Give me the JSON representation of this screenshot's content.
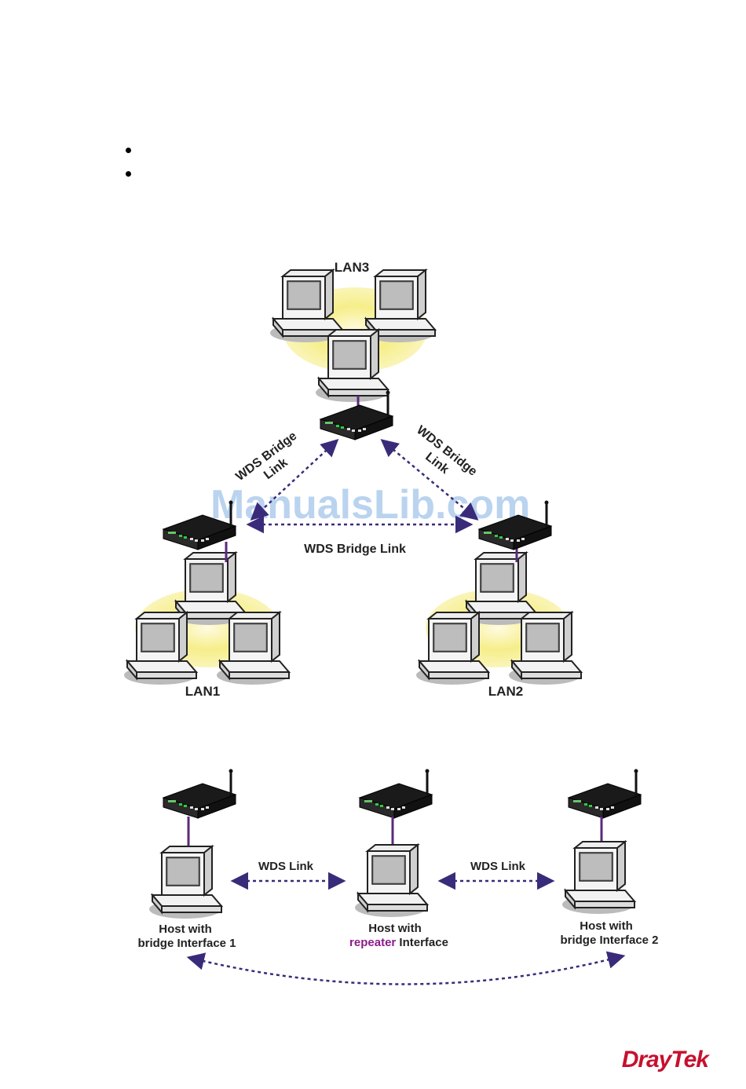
{
  "bullets": [
    "",
    ""
  ],
  "diagram1": {
    "lan3": "LAN3",
    "lan1": "LAN1",
    "lan2": "LAN2",
    "left_link_line1": "WDS Bridge",
    "left_link_line2": "Link",
    "right_link_line1": "WDS Bridge",
    "right_link_line2": "Link",
    "bottom_link": "WDS Bridge Link"
  },
  "diagram2": {
    "link_left": "WDS Link",
    "link_right": "WDS Link",
    "host1_line1": "Host with",
    "host1_line2": "bridge Interface 1",
    "host2_line1": "Host with",
    "host2_line2_highlight": "repeater",
    "host2_line2_rest": " Interface",
    "host3_line1": "Host with",
    "host3_line2": "bridge Interface 2"
  },
  "watermark": "ManualsLib.com",
  "logo": "DrayTek",
  "colors": {
    "link_arrow": "#3a2b7a",
    "lan_halo": "#f6ee8a",
    "highlight_text": "#8b1c8b",
    "router_body": "#1a1a1a"
  }
}
